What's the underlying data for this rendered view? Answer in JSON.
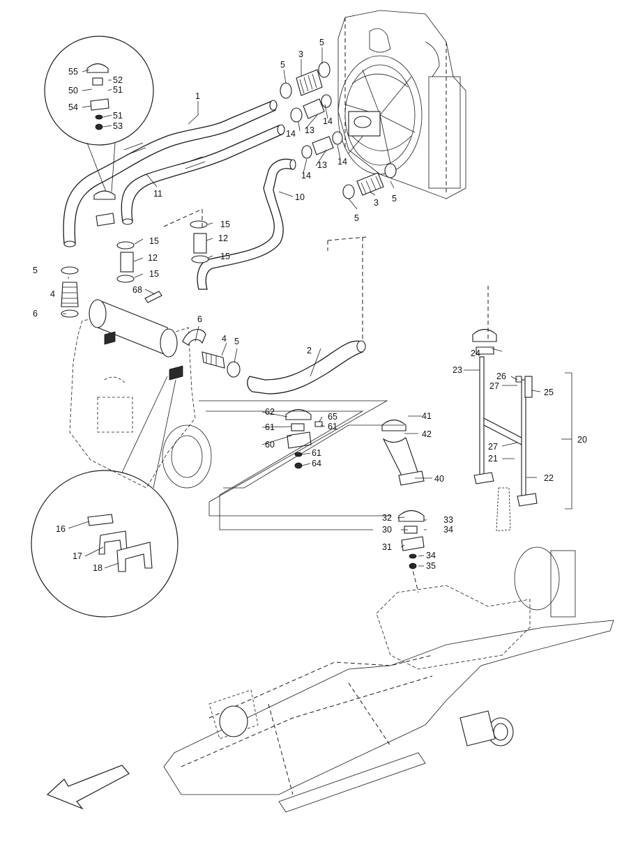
{
  "labels": {
    "callouts": [
      "1",
      "2",
      "3",
      "3",
      "4",
      "4",
      "5",
      "5",
      "5",
      "5",
      "5",
      "5",
      "6",
      "6",
      "10",
      "11",
      "12",
      "12",
      "13",
      "13",
      "14",
      "14",
      "14",
      "14",
      "15",
      "15",
      "15",
      "15",
      "16",
      "17",
      "18",
      "20",
      "21",
      "22",
      "23",
      "24",
      "25",
      "26",
      "27",
      "27",
      "30",
      "31",
      "32",
      "33",
      "34",
      "34",
      "35",
      "40",
      "41",
      "42",
      "50",
      "51",
      "51",
      "52",
      "53",
      "54",
      "55",
      "60",
      "61",
      "61",
      "61",
      "62",
      "64",
      "65",
      "68"
    ]
  },
  "callouts": {
    "c1": "1",
    "c2": "2",
    "c3a": "3",
    "c3b": "3",
    "c4a": "4",
    "c4b": "4",
    "c5a": "5",
    "c5b": "5",
    "c5c": "5",
    "c5d": "5",
    "c5e": "5",
    "c5f": "5",
    "c6a": "6",
    "c6b": "6",
    "c10": "10",
    "c11": "11",
    "c12a": "12",
    "c12b": "12",
    "c13a": "13",
    "c13b": "13",
    "c14a": "14",
    "c14b": "14",
    "c14c": "14",
    "c14d": "14",
    "c15a": "15",
    "c15b": "15",
    "c15c": "15",
    "c15d": "15",
    "c16": "16",
    "c17": "17",
    "c18": "18",
    "c20": "20",
    "c21": "21",
    "c22": "22",
    "c23": "23",
    "c24": "24",
    "c25": "25",
    "c26": "26",
    "c27a": "27",
    "c27b": "27",
    "c30": "30",
    "c31": "31",
    "c32": "32",
    "c33": "33",
    "c34a": "34",
    "c34b": "34",
    "c35": "35",
    "c40": "40",
    "c41": "41",
    "c42": "42",
    "c50": "50",
    "c51a": "51",
    "c51b": "51",
    "c52": "52",
    "c53": "53",
    "c54": "54",
    "c55": "55",
    "c60": "60",
    "c61a": "61",
    "c61b": "61",
    "c61c": "61",
    "c62": "62",
    "c64": "64",
    "c65": "65",
    "c68": "68"
  },
  "icons": {
    "direction": "arrow-left-down-icon"
  }
}
